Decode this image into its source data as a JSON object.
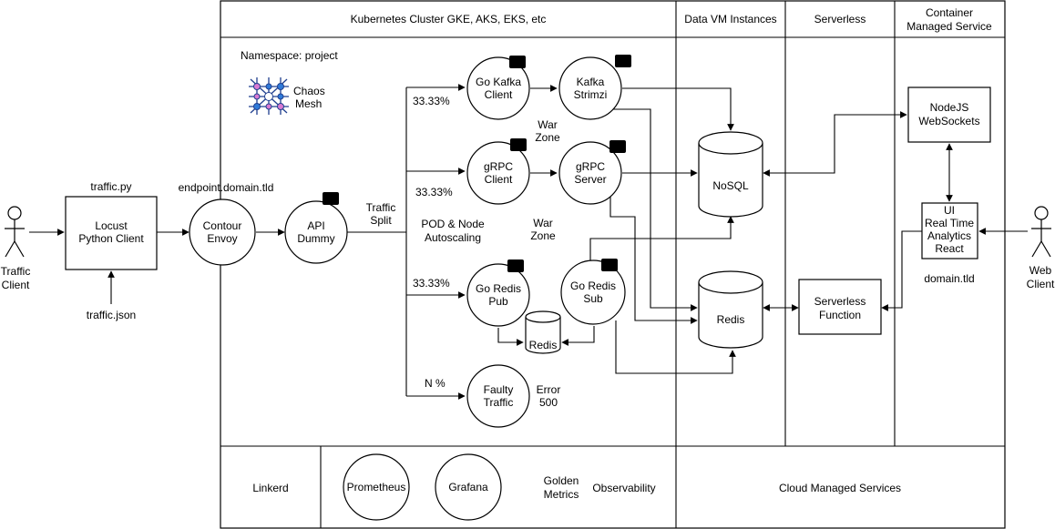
{
  "headers": {
    "kubernetes": "Kubernetes Cluster GKE, AKS, EKS, etc",
    "data_vm": "Data VM Instances",
    "serverless": "Serverless",
    "container_l1": "Container",
    "container_l2": "Managed Service"
  },
  "labels": {
    "namespace": "Namespace: project",
    "chaos_l1": "Chaos",
    "chaos_l2": "Mesh",
    "traffic_py": "traffic.py",
    "traffic_json": "traffic.json",
    "endpoint": "endpoint.domain.tld",
    "traffic_split_l1": "Traffic",
    "traffic_split_l2": "Split",
    "pct_kafka": "33.33%",
    "pct_grpc": "33.33%",
    "pct_redis": "33.33%",
    "pct_faulty": "N %",
    "war_zone_1_l1": "War",
    "war_zone_1_l2": "Zone",
    "war_zone_2_l1": "War",
    "war_zone_2_l2": "Zone",
    "autoscaling_l1": "POD & Node",
    "autoscaling_l2": "Autoscaling",
    "error_l1": "Error",
    "error_l2": "500",
    "domain_tld": "domain.tld",
    "golden_l1": "Golden",
    "golden_l2": "Metrics",
    "observability": "Observability",
    "cloud_managed": "Cloud Managed Services",
    "linkerd": "Linkerd"
  },
  "actors": {
    "traffic_client_l1": "Traffic",
    "traffic_client_l2": "Client",
    "web_client_l1": "Web",
    "web_client_l2": "Client"
  },
  "nodes": {
    "locust_l1": "Locust",
    "locust_l2": "Python Client",
    "contour_l1": "Contour",
    "contour_l2": "Envoy",
    "api_l1": "API",
    "api_l2": "Dummy",
    "kafka_client_l1": "Go Kafka",
    "kafka_client_l2": "Client",
    "kafka_strimzi_l1": "Kafka",
    "kafka_strimzi_l2": "Strimzi",
    "grpc_client_l1": "gRPC",
    "grpc_client_l2": "Client",
    "grpc_server_l1": "gRPC",
    "grpc_server_l2": "Server",
    "redis_pub_l1": "Go Redis",
    "redis_pub_l2": "Pub",
    "redis_sub_l1": "Go Redis",
    "redis_sub_l2": "Sub",
    "redis_small": "Redis",
    "faulty_l1": "Faulty",
    "faulty_l2": "Traffic",
    "nosql": "NoSQL",
    "redis_db": "Redis",
    "serverless_fn_l1": "Serverless",
    "serverless_fn_l2": "Function",
    "nodejs_l1": "NodeJS",
    "nodejs_l2": "WebSockets",
    "ui_l1": "UI",
    "ui_l2": "Real Time",
    "ui_l3": "Analytics",
    "ui_l4": "React",
    "prometheus": "Prometheus",
    "grafana": "Grafana"
  },
  "icons": {
    "pod": "kubernetes-pod-icon",
    "chaos": "chaos-mesh-network-icon",
    "person": "stick-figure-user-icon"
  },
  "colors": {
    "pod_icon": "#3ec7b6",
    "chaos_node_pink": "#d97ad2",
    "chaos_node_blue": "#2f7ad9",
    "chaos_line": "#1f3f8f"
  }
}
